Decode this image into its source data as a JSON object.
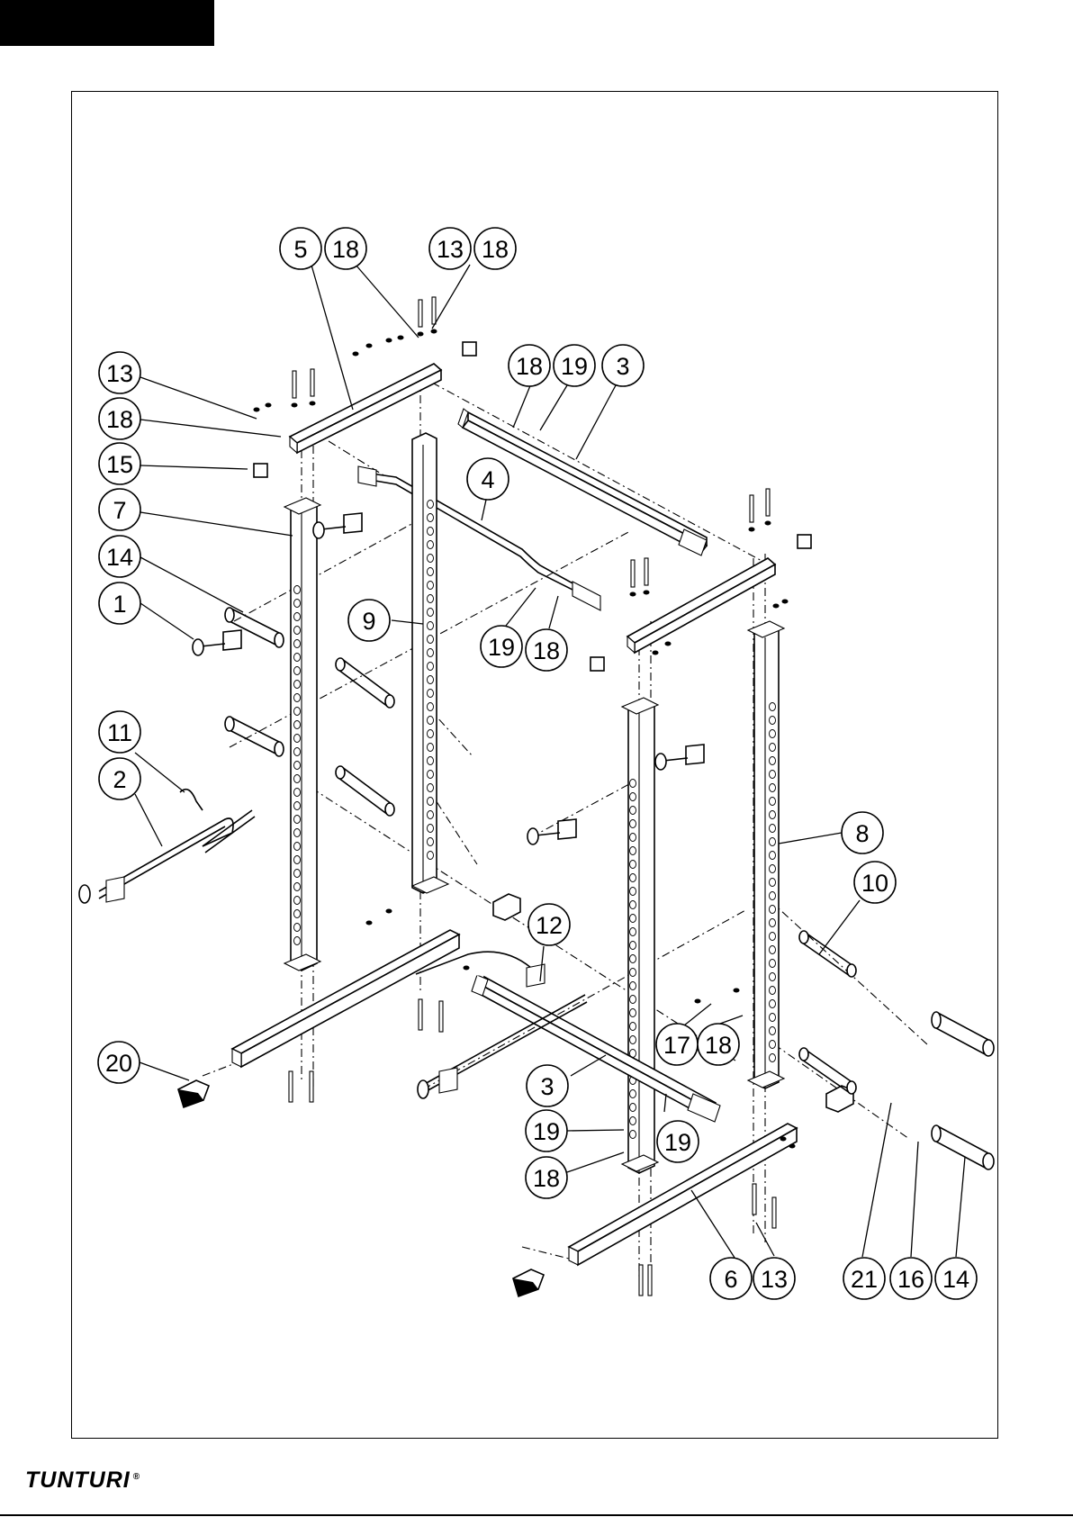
{
  "brand": {
    "name": "TUNTURI",
    "mark": "®"
  },
  "callouts": [
    "5",
    "18",
    "13",
    "18",
    "13",
    "18",
    "15",
    "7",
    "14",
    "1",
    "18",
    "19",
    "3",
    "4",
    "9",
    "19",
    "18",
    "11",
    "2",
    "8",
    "10",
    "12",
    "17",
    "18",
    "20",
    "3",
    "19",
    "19",
    "18",
    "6",
    "13",
    "21",
    "16",
    "14"
  ],
  "colors": {
    "ink": "#000000",
    "paper": "#ffffff"
  }
}
